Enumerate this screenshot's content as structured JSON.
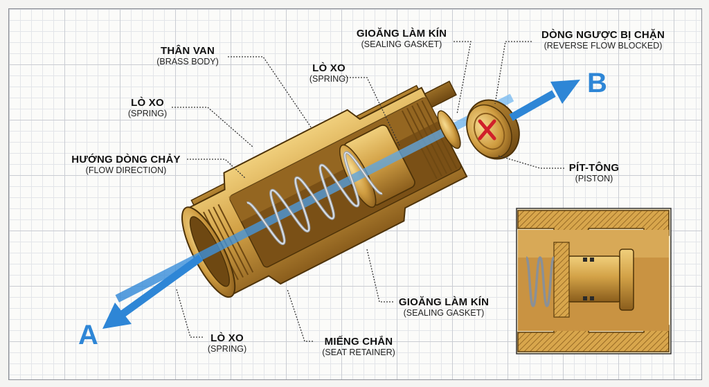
{
  "labels": {
    "brass_body": {
      "vi": "THÂN VAN",
      "en": "(BRASS BODY)"
    },
    "spring_top": {
      "vi": "LÒ XO",
      "en": "(SPRING)"
    },
    "spring_left": {
      "vi": "LÒ XO",
      "en": "(SPRING)"
    },
    "flow_direction": {
      "vi": "HƯỚNG DÒNG CHẢY",
      "en": "(FLOW DIRECTION)"
    },
    "gasket_top": {
      "vi": "GIOĂNG LÀM KÍN",
      "en": "(SEALING GASKET)"
    },
    "reverse_flow": {
      "vi": "DÒNG NGƯỢC BỊ CHẶN",
      "en": "(REVERSE FLOW BLOCKED)"
    },
    "piston": {
      "vi": "PÍT-TÔNG",
      "en": "(PISTON)"
    },
    "gasket_bottom": {
      "vi": "GIOĂNG LÀM KÍN",
      "en": "(SEALING GASKET)"
    },
    "seat_retainer": {
      "vi": "MIẾNG CHẮN",
      "en": "(SEAT RETAINER)"
    },
    "spring_bottom": {
      "vi": "LÒ XO",
      "en": "(SPRING)"
    }
  },
  "ports": {
    "a": "A",
    "b": "B"
  },
  "colors": {
    "brass": "#c9963c",
    "brass_light": "#e6c06a",
    "brass_dark": "#8a5d1c",
    "flow_arrow": "#2e86d6",
    "blocked_mark": "#d0202a"
  }
}
